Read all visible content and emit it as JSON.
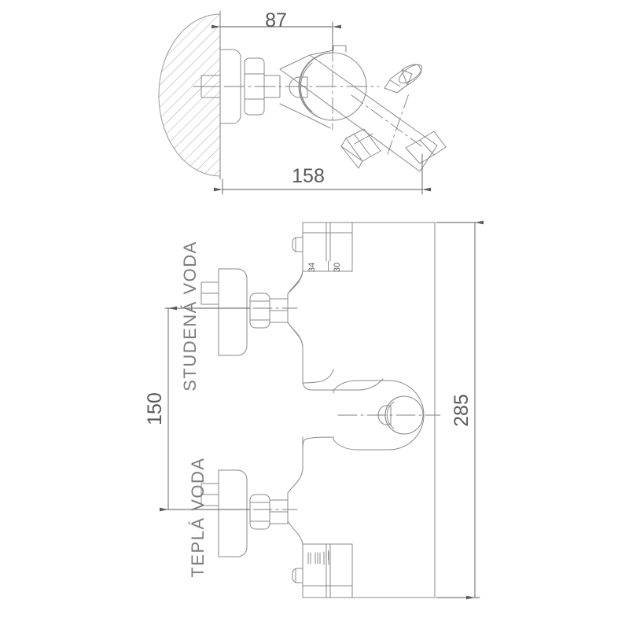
{
  "drawing": {
    "title": "Thermostatic bath mixer tap technical drawing",
    "views": [
      {
        "id": "top-view",
        "name": "Top view with wall section"
      },
      {
        "id": "front-view",
        "name": "Front elevation view"
      }
    ],
    "line_color": "#8a8a8a",
    "dim_color": "#5a5a5a",
    "label_color": "#7d7d7d",
    "background_color": "#ffffff"
  },
  "dimensions": {
    "projection_87": {
      "value": "87",
      "unit": "mm",
      "orientation": "horizontal",
      "view": "top-view"
    },
    "overall_158": {
      "value": "158",
      "unit": "mm",
      "orientation": "horizontal",
      "view": "top-view"
    },
    "inlet_spacing_150": {
      "value": "150",
      "unit": "mm",
      "orientation": "vertical",
      "view": "front-view"
    },
    "overall_height_285": {
      "value": "285",
      "unit": "mm",
      "orientation": "vertical",
      "view": "front-view"
    },
    "detail_34": {
      "value": "34",
      "unit": "mm",
      "orientation": "vertical-small",
      "view": "front-view"
    },
    "detail_30": {
      "value": "30",
      "unit": "mm",
      "orientation": "vertical-small",
      "view": "front-view"
    }
  },
  "labels": {
    "cold_water": "STUDENÁ VODA",
    "hot_water": "TEPLÁ VODA"
  },
  "components": {
    "wall_section": "hatched wall",
    "cold_inlet": "cold water inlet connector",
    "hot_inlet": "hot water inlet connector",
    "thermostat_head": "thermostatic control head",
    "flow_handle": "flow control handle",
    "spout_outlet": "spout outlet",
    "diverter_knob": "shower diverter knob"
  }
}
